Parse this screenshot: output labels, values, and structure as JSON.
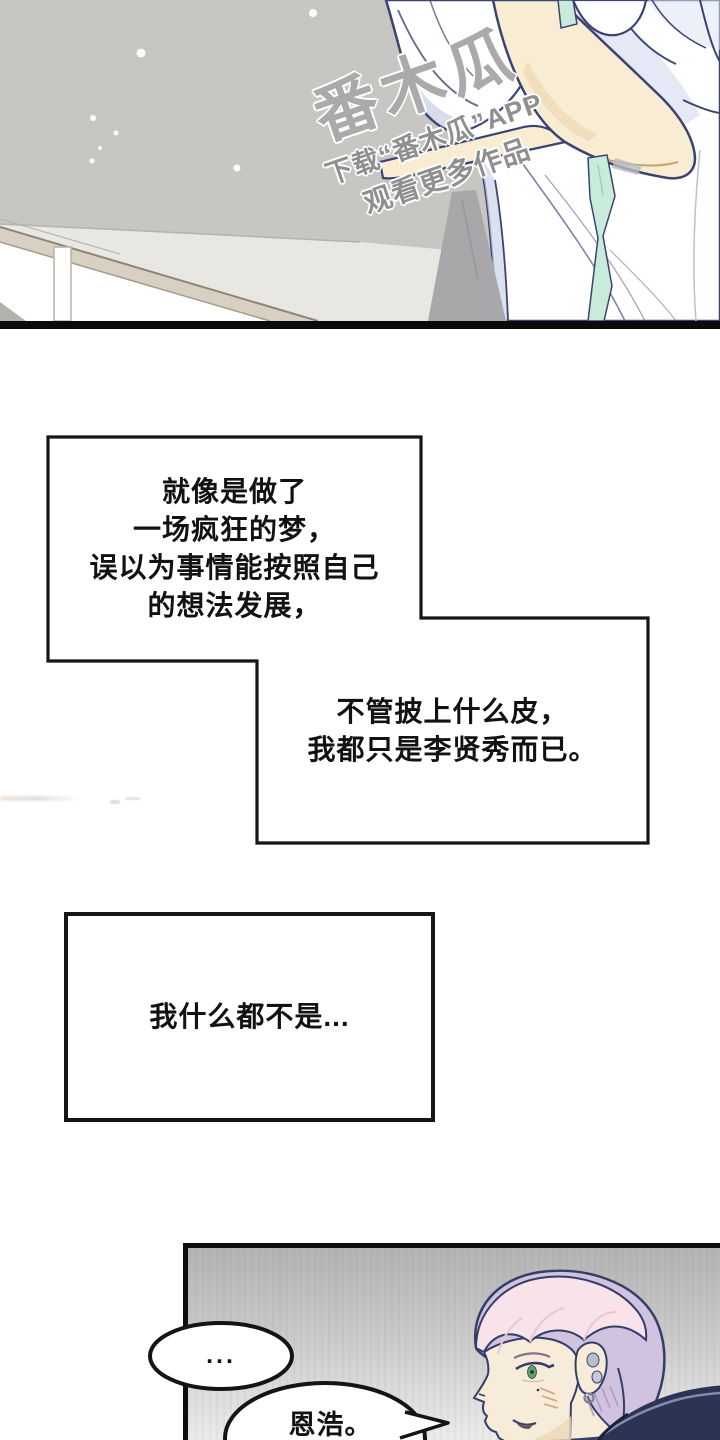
{
  "watermark": {
    "brand": "番木瓜",
    "download_line": "下载“番木瓜”APP",
    "watch_line": "观看更多作品"
  },
  "narration": {
    "box1": {
      "lines": [
        "就像是做了",
        "一场疯狂的梦，",
        "误以为事情能按照自己",
        "的想法发展，"
      ]
    },
    "box2": {
      "lines": [
        "不管披上什么皮，",
        "我都只是李贤秀而已。"
      ]
    },
    "box3": {
      "text": "我什么都不是..."
    }
  },
  "dialogue": {
    "ellipsis": "...",
    "name_call": "恩浩。"
  },
  "art": {
    "top_panel_description": "person in white shirt with towel beside stair railing",
    "bottom_panel_description": "pink-haired man in profile on gray gradient",
    "colors": {
      "ink": "#111111",
      "outline_navy": "#3c4372",
      "hair_pink": "#f8e3eb",
      "hair_lavender": "#cfc3e0",
      "skin": "#f8ecd3",
      "eye_green": "#63a173",
      "strap_mint": "#c9ebdb",
      "clothing_navy": "#2d3352",
      "wall_gray": "#c9c8c5",
      "railing_beige": "#d8d1c3",
      "watermark_gray": "#9a9a9a"
    }
  }
}
